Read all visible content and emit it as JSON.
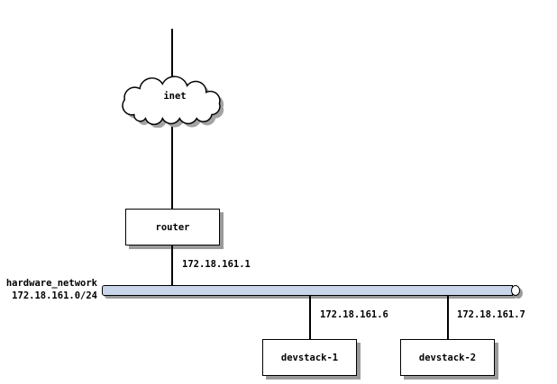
{
  "colors": {
    "line": "#000000",
    "box_fill": "#ffffff",
    "network_bar_fill": "#c9d6ea",
    "shadow": "#9a9a9a"
  },
  "cloud": {
    "label": "inet"
  },
  "router": {
    "label": "router",
    "ip": "172.18.161.1"
  },
  "network": {
    "name": "hardware_network",
    "cidr": "172.18.161.0/24"
  },
  "hosts": [
    {
      "label": "devstack-1",
      "ip": "172.18.161.6"
    },
    {
      "label": "devstack-2",
      "ip": "172.18.161.7"
    }
  ]
}
